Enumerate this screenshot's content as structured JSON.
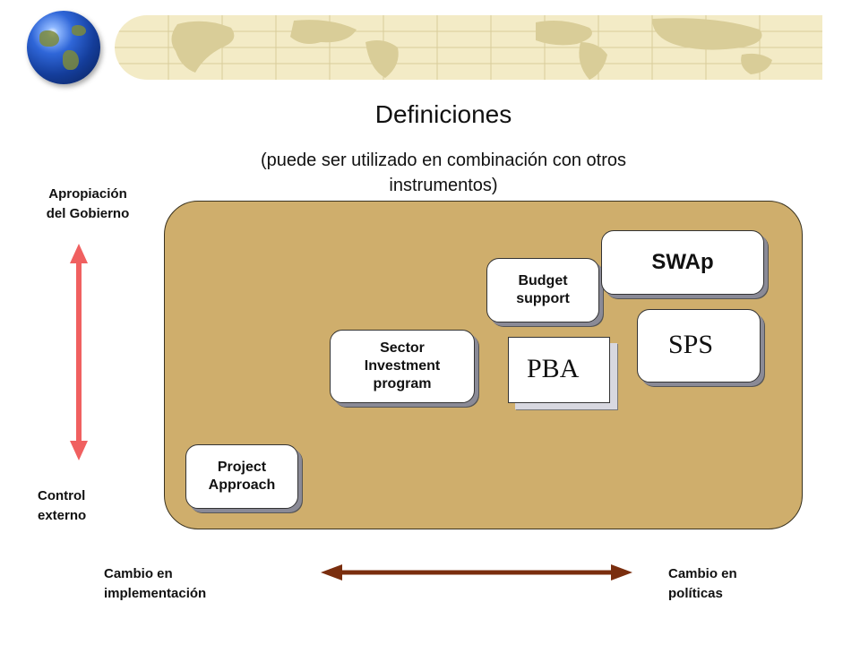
{
  "header": {
    "title": "Definiciones",
    "subtitle_line1": "(puede ser utilizado en combinación con otros",
    "subtitle_line2": "instrumentos)"
  },
  "axes": {
    "vertical_top_line1": "Apropiación",
    "vertical_top_line2": "del Gobierno",
    "vertical_bottom_line1": "Control",
    "vertical_bottom_line2": "externo",
    "horizontal_left_line1": "Cambio en",
    "horizontal_left_line2": "implementación",
    "horizontal_right_line1": "Cambio en",
    "horizontal_right_line2": "políticas"
  },
  "boxes": {
    "project_line1": "Project",
    "project_line2": "Approach",
    "sector_line1": "Sector",
    "sector_line2": "Investment",
    "sector_line3": "program",
    "budget_line1": "Budget",
    "budget_line2": "support",
    "swap": "SWAp",
    "sps": "SPS",
    "pba": "PBA"
  },
  "colors": {
    "vertical_arrow": "#f06060",
    "horizontal_arrow": "#7a2e0e",
    "background_panel": "#cfae6c"
  }
}
